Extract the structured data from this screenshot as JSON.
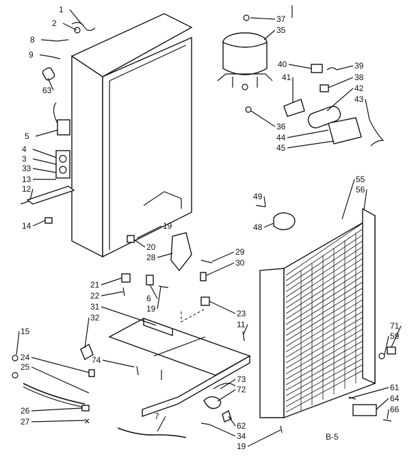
{
  "diagram": {
    "page_code": "B-5",
    "labels": [
      "1",
      "2",
      "8",
      "9",
      "63",
      "5",
      "4",
      "3",
      "33",
      "13",
      "12",
      "14",
      "37",
      "35",
      "40",
      "41",
      "39",
      "38",
      "42",
      "43",
      "36",
      "44",
      "45",
      "19",
      "20",
      "28",
      "29",
      "30",
      "55",
      "56",
      "49",
      "48",
      "21",
      "22",
      "6",
      "19",
      "31",
      "32",
      "23",
      "11",
      "15",
      "24",
      "25",
      "26",
      "27",
      "74",
      "7",
      "73",
      "72",
      "62",
      "34",
      "19",
      "71",
      "59",
      "61",
      "64",
      "66"
    ]
  }
}
